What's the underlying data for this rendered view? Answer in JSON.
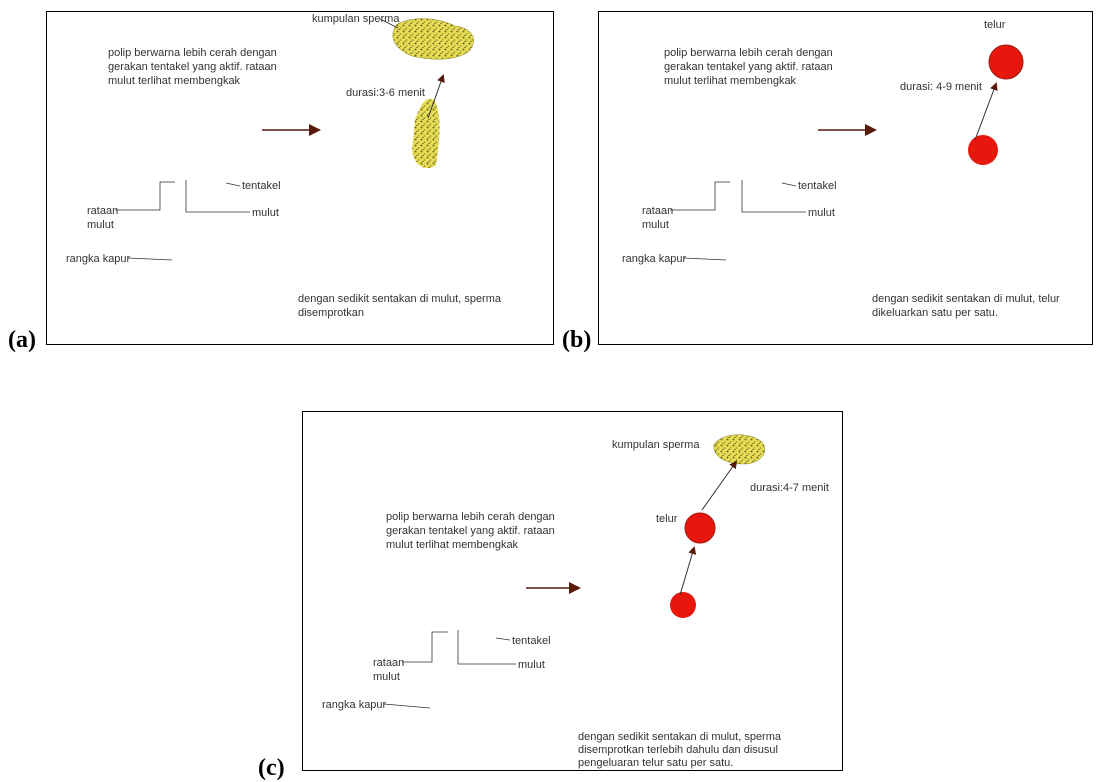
{
  "panel_labels": [
    "(a)",
    "(b)",
    "(c)"
  ],
  "panel_a": {
    "caption": [
      "polip berwarna lebih cerah dengan",
      "gerakan tentakel yang aktif. rataan",
      "mulut terlihat membengkak"
    ],
    "sperm_label": "kumpulan sperma",
    "duration": "durasi:3-6 menit",
    "tentacle": "tentakel",
    "oral_disc": [
      "rataan",
      "mulut"
    ],
    "mouth": "mulut",
    "skeleton": "rangka kapur",
    "footer": [
      "dengan sedikit sentakan di mulut, sperma",
      "disemprotkan"
    ]
  },
  "panel_b": {
    "caption": [
      "polip berwarna lebih cerah dengan",
      "gerakan tentakel yang aktif. rataan",
      "mulut terlihat membengkak"
    ],
    "egg_label": "telur",
    "duration": "durasi: 4-9 menit",
    "tentacle": "tentakel",
    "oral_disc": [
      "rataan",
      "mulut"
    ],
    "mouth": "mulut",
    "skeleton": "rangka kapur",
    "footer": [
      "dengan sedikit sentakan di mulut, telur",
      "dikeluarkan satu per satu."
    ]
  },
  "panel_c": {
    "caption": [
      "polip berwarna lebih cerah dengan",
      "gerakan tentakel yang aktif. rataan",
      "mulut terlihat membengkak"
    ],
    "sperm_label": "kumpulan sperma",
    "egg_label": "telur",
    "duration": "durasi:4-7 menit",
    "tentacle": "tentakel",
    "oral_disc": [
      "rataan",
      "mulut"
    ],
    "mouth": "mulut",
    "skeleton": "rangka kapur",
    "footer": [
      "dengan sedikit sentakan di mulut, sperma",
      "disemprotkan terlebih dahulu dan disusul",
      "pengeluaran telur satu per satu."
    ]
  },
  "colors": {
    "tentacle_outer": "#d42a0a",
    "tentacle_inner": "#f58a2a",
    "body": "#ffee00",
    "egg": "#e8170d",
    "sperm": "#d8cf2a"
  }
}
